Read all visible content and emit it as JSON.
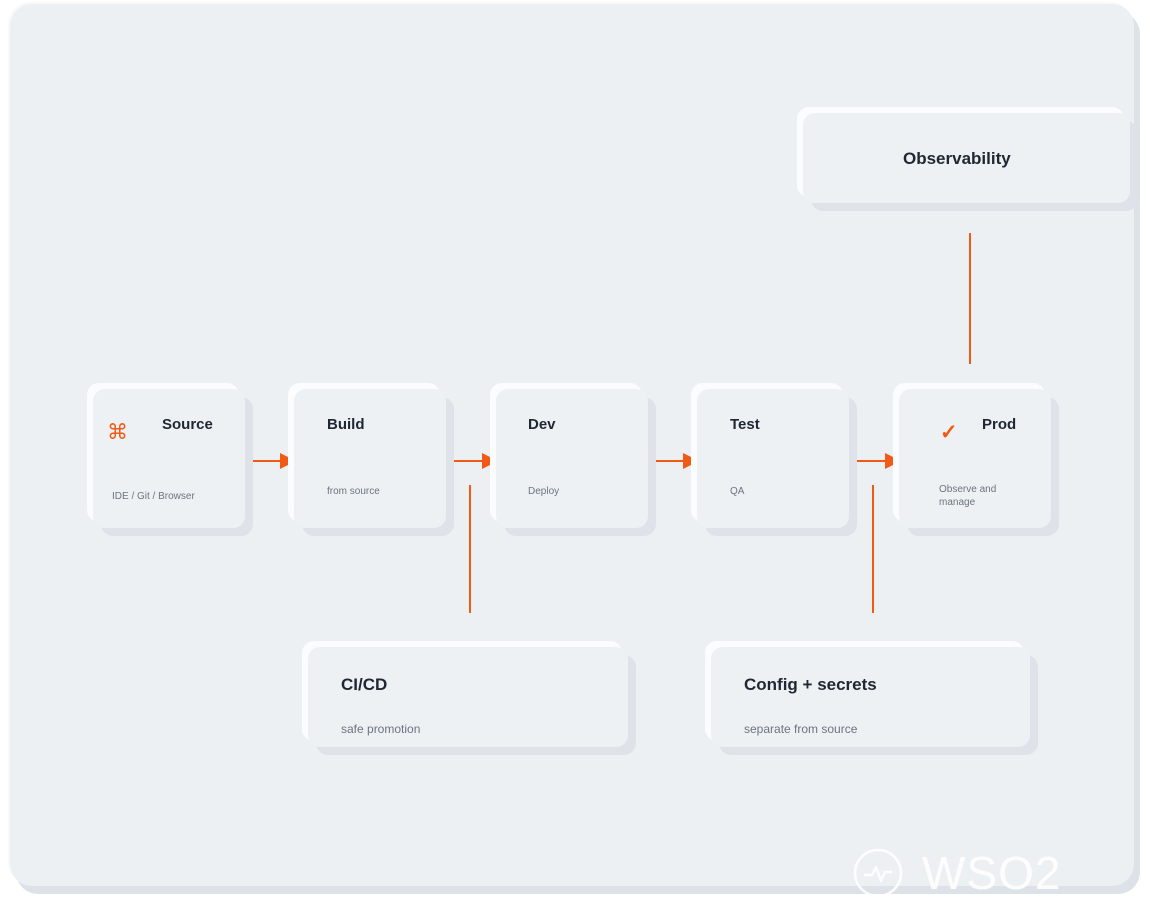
{
  "accent_color": "#f05a16",
  "pipeline": [
    {
      "id": "source",
      "title": "Source",
      "sub": "IDE / Git / Browser",
      "icon": "command-icon"
    },
    {
      "id": "build",
      "title": "Build",
      "sub": "from source"
    },
    {
      "id": "dev",
      "title": "Dev",
      "sub": "Deploy"
    },
    {
      "id": "test",
      "title": "Test",
      "sub": "QA"
    },
    {
      "id": "prod",
      "title": "Prod",
      "sub": "Observe and manage",
      "icon": "checkmark-icon"
    }
  ],
  "observability": {
    "title": "Observability"
  },
  "cicd": {
    "title": "CI/CD",
    "sub": "safe promotion"
  },
  "config": {
    "title": "Config + secrets",
    "sub": "separate from source"
  },
  "watermark": {
    "text": "WSO2",
    "icon": "pulse-circle-icon"
  }
}
